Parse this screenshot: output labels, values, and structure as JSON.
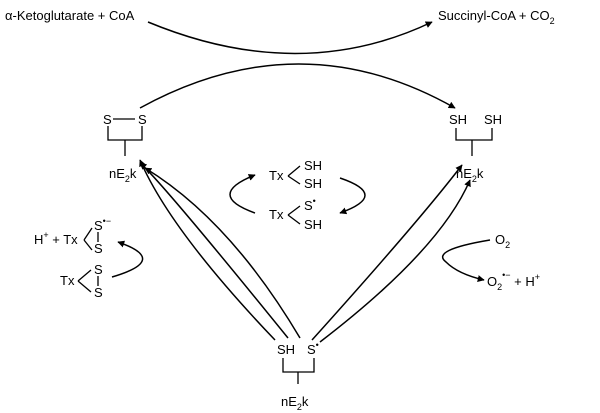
{
  "top": {
    "reactant": "α-Ketoglutarate + CoA",
    "product_main": "Succinyl-CoA + CO",
    "product_sub": "2"
  },
  "left_enzyme": {
    "s1": "S",
    "s2": "S",
    "label_main": "nE",
    "label_sub": "2",
    "label_tail": "k"
  },
  "right_enzyme": {
    "sh1": "SH",
    "sh2": "SH",
    "label_main": "nE",
    "label_sub": "2",
    "label_tail": "k"
  },
  "bottom_enzyme": {
    "sh": "SH",
    "s_rad": "S",
    "rad_dot": "•",
    "label_main": "nE",
    "label_sub": "2",
    "label_tail": "k"
  },
  "thioredoxin_center": {
    "top_tx": "Tx",
    "top_sh1": "SH",
    "top_sh2": "SH",
    "bot_tx": "Tx",
    "bot_s": "S",
    "bot_dot": "•",
    "bot_sh": "SH"
  },
  "left_side": {
    "hplus": "H",
    "hplus_sup": "+",
    "plus_tx": " + Tx",
    "anion_s1": "S",
    "anion_sup": "•−",
    "anion_s2": "S",
    "tx2": "Tx",
    "disulfide_s1": "S",
    "disulfide_s2": "S"
  },
  "right_side": {
    "o2": "O",
    "o2_sub": "2",
    "superoxide": "O",
    "superoxide_sub": "2",
    "superoxide_sup": "•−",
    "plus_h": " + H",
    "plus_h_sup": "+"
  }
}
